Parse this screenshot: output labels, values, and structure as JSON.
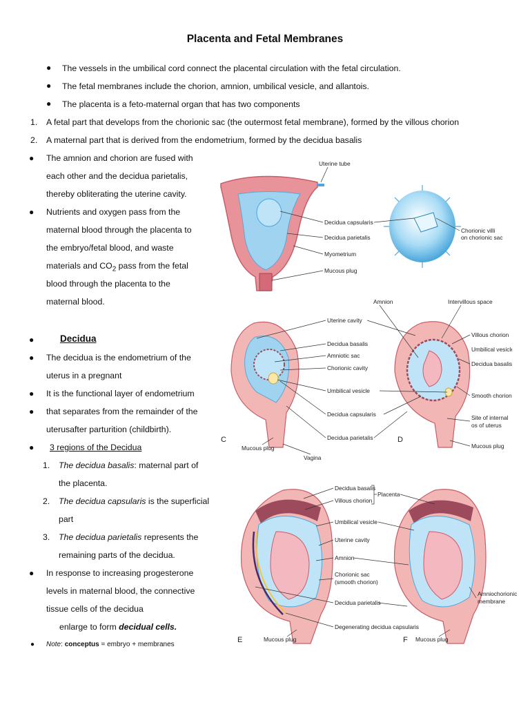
{
  "title": "Placenta and Fetal Membranes",
  "intro_bullets": [
    "The vessels in the umbilical cord connect the placental circulation with the fetal circulation.",
    "The fetal membranes include the chorion, amnion, umbilical vesicle, and allantois.",
    "The placenta is a feto-maternal organ that has two components"
  ],
  "components": [
    {
      "num": "1.",
      "text": "A fetal part that develops from the chorionic sac (the outermost fetal membrane), formed by the villous chorion"
    },
    {
      "num": "2.",
      "text": "A maternal part that is derived from the endometrium, formed by the decidua basalis"
    }
  ],
  "amnion_lines": [
    "The amnion and chorion are fused with",
    "each other and the decidua parietalis,",
    "thereby obliterating the uterine cavity."
  ],
  "nutrient_lines": [
    "Nutrients and oxygen pass from the",
    "maternal blood through the placenta to",
    "the embryo/fetal blood, and waste"
  ],
  "nutrient_co2": {
    "pre": "materials and CO",
    "sub": "2",
    "post": " pass from the fetal"
  },
  "nutrient_tail": [
    "blood through the placenta to the",
    "maternal blood."
  ],
  "decidua_heading": "Decidua",
  "decidua_def": [
    "The decidua is the endometrium of the",
    "uterus in a pregnant"
  ],
  "functional_layer": "It is the functional layer of endometrium",
  "separates": [
    "that separates from the remainder of the",
    "uterusafter parturition (childbirth)."
  ],
  "regions_heading": "3 regions of the Decidua",
  "regions": [
    {
      "num": "1.",
      "term": "The decidua basalis",
      "rest": ": maternal part of",
      "cont": "the placenta."
    },
    {
      "num": "2.",
      "term": "The decidua capsularis",
      "rest": " is the superficial",
      "cont": "part"
    },
    {
      "num": "3.",
      "term": "The decidua parietalis",
      "rest": " represents the",
      "cont": "remaining parts of the decidua."
    }
  ],
  "progesterone": [
    "In response to increasing progesterone",
    "levels in maternal blood, the connective",
    "tissue cells of the decidua"
  ],
  "enlarge": {
    "pre": "enlarge to form ",
    "bold": "decidual cells."
  },
  "note": {
    "label": "Note",
    "colon": ": ",
    "term": "conceptus",
    "rest": " = embryo + membranes"
  },
  "fig_top": {
    "uterine_tube": "Uterine tube",
    "decidua_capsularis": "Decidua capsularis",
    "decidua_parietalis": "Decidua parietalis",
    "myometrium": "Myometrium",
    "mucous_plug": "Mucous plug",
    "chorionic_villi_1": "Chorionic villi",
    "chorionic_villi_2": "on chorionic sac"
  },
  "fig_cd": {
    "amnion": "Amnion",
    "intervillous": "Intervillous space",
    "uterine_cavity": "Uterine cavity",
    "decidua_basalis": "Decidua basalis",
    "amniotic_sac": "Amniotic sac",
    "chorionic_cavity": "Chorionic cavity",
    "umbilical_vesicle": "Umbilical vesicle",
    "decidua_capsularis": "Decidua capsularis",
    "decidua_parietalis": "Decidua parietalis",
    "mucous_plug": "Mucous plug",
    "vagina": "Vagina",
    "letter_c": "C",
    "letter_d": "D",
    "villous_chorion": "Villous chorion",
    "umbilical_vesicle_r": "Umbilical vesicle",
    "decidua_basalis_r": "Decidua basalis",
    "smooth_chorion": "Smooth chorion",
    "internal_os_1": "Site of internal",
    "internal_os_2": "os of uterus",
    "mucous_plug_r": "Mucous plug"
  },
  "fig_ef": {
    "decidua_basalis": "Decidua basalis",
    "villous_chorion": "Villous chorion",
    "placenta": "Placenta",
    "umbilical_vesicle": "Umbilical vesicle",
    "uterine_cavity": "Uterine cavity",
    "amnion": "Amnion",
    "chorionic_sac_1": "Chorionic sac",
    "chorionic_sac_2": "(smooth chorion)",
    "decidua_parietalis": "Decidua parietalis",
    "degenerating": "Degenerating decidua capsularis",
    "amniochorionic_1": "Amniochorionic",
    "amniochorionic_2": "membrane",
    "mucous_plug_e": "Mucous plug",
    "mucous_plug_f": "Mucous plug",
    "letter_e": "E",
    "letter_f": "F"
  },
  "colors": {
    "uterus": "#e8939a",
    "uterus_dark": "#c85c68",
    "cavity_blue": "#9fd3f0",
    "sac_blue": "#bfe4f7",
    "villi": "#9c4a5c"
  }
}
